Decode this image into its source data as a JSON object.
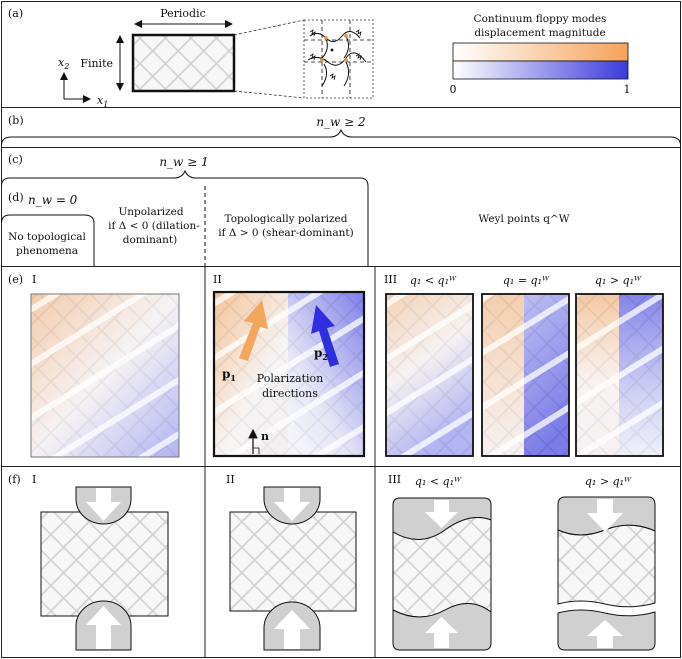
{
  "panel_a": {
    "label": "(a)",
    "periodic_label": "Periodic",
    "finite_label": "Finite",
    "axis_x1": "x",
    "axis_x1_sub": "1",
    "axis_x2": "x",
    "axis_x2_sub": "2",
    "colorbar_title_line1": "Continuum floppy modes",
    "colorbar_title_line2": "displacement magnitude",
    "colorbar_min": "0",
    "colorbar_max": "1",
    "colors": {
      "orange": "#f5a25a",
      "blue": "#3b3bdc"
    }
  },
  "panel_b": {
    "label": "(b)",
    "condition": "n_w ≥ 2"
  },
  "panel_c": {
    "label": "(c)",
    "condition": "n_w ≥ 1"
  },
  "panel_d": {
    "label": "(d)",
    "condition": "n_w = 0",
    "no_topo_line1": "No topological",
    "no_topo_line2": "phenomena",
    "unpolarized_line1": "Unpolarized",
    "unpolarized_line2": "if Δ < 0 (dilation-",
    "unpolarized_line3": "dominant)",
    "polarized_line1": "Topologically polarized",
    "polarized_line2": "if Δ > 0 (shear-dominant)",
    "weyl_label": "Weyl points q^W"
  },
  "panel_e": {
    "label": "(e)",
    "col1": "I",
    "col2": "II",
    "col3": "III",
    "p1": "p",
    "p1_sub": "1",
    "p2": "p",
    "p2_sub": "2",
    "n_label": "n",
    "polarization_line1": "Polarization",
    "polarization_line2": "directions",
    "q_less": "q₁ < q₁ᵂ",
    "q_equal": "q₁ = q₁ᵂ",
    "q_greater": "q₁ > q₁ᵂ"
  },
  "panel_f": {
    "label": "(f)",
    "col1": "I",
    "col2": "II",
    "col3": "III",
    "q_less": "q₁ < q₁ᵂ",
    "q_greater": "q₁ > q₁ᵂ"
  }
}
